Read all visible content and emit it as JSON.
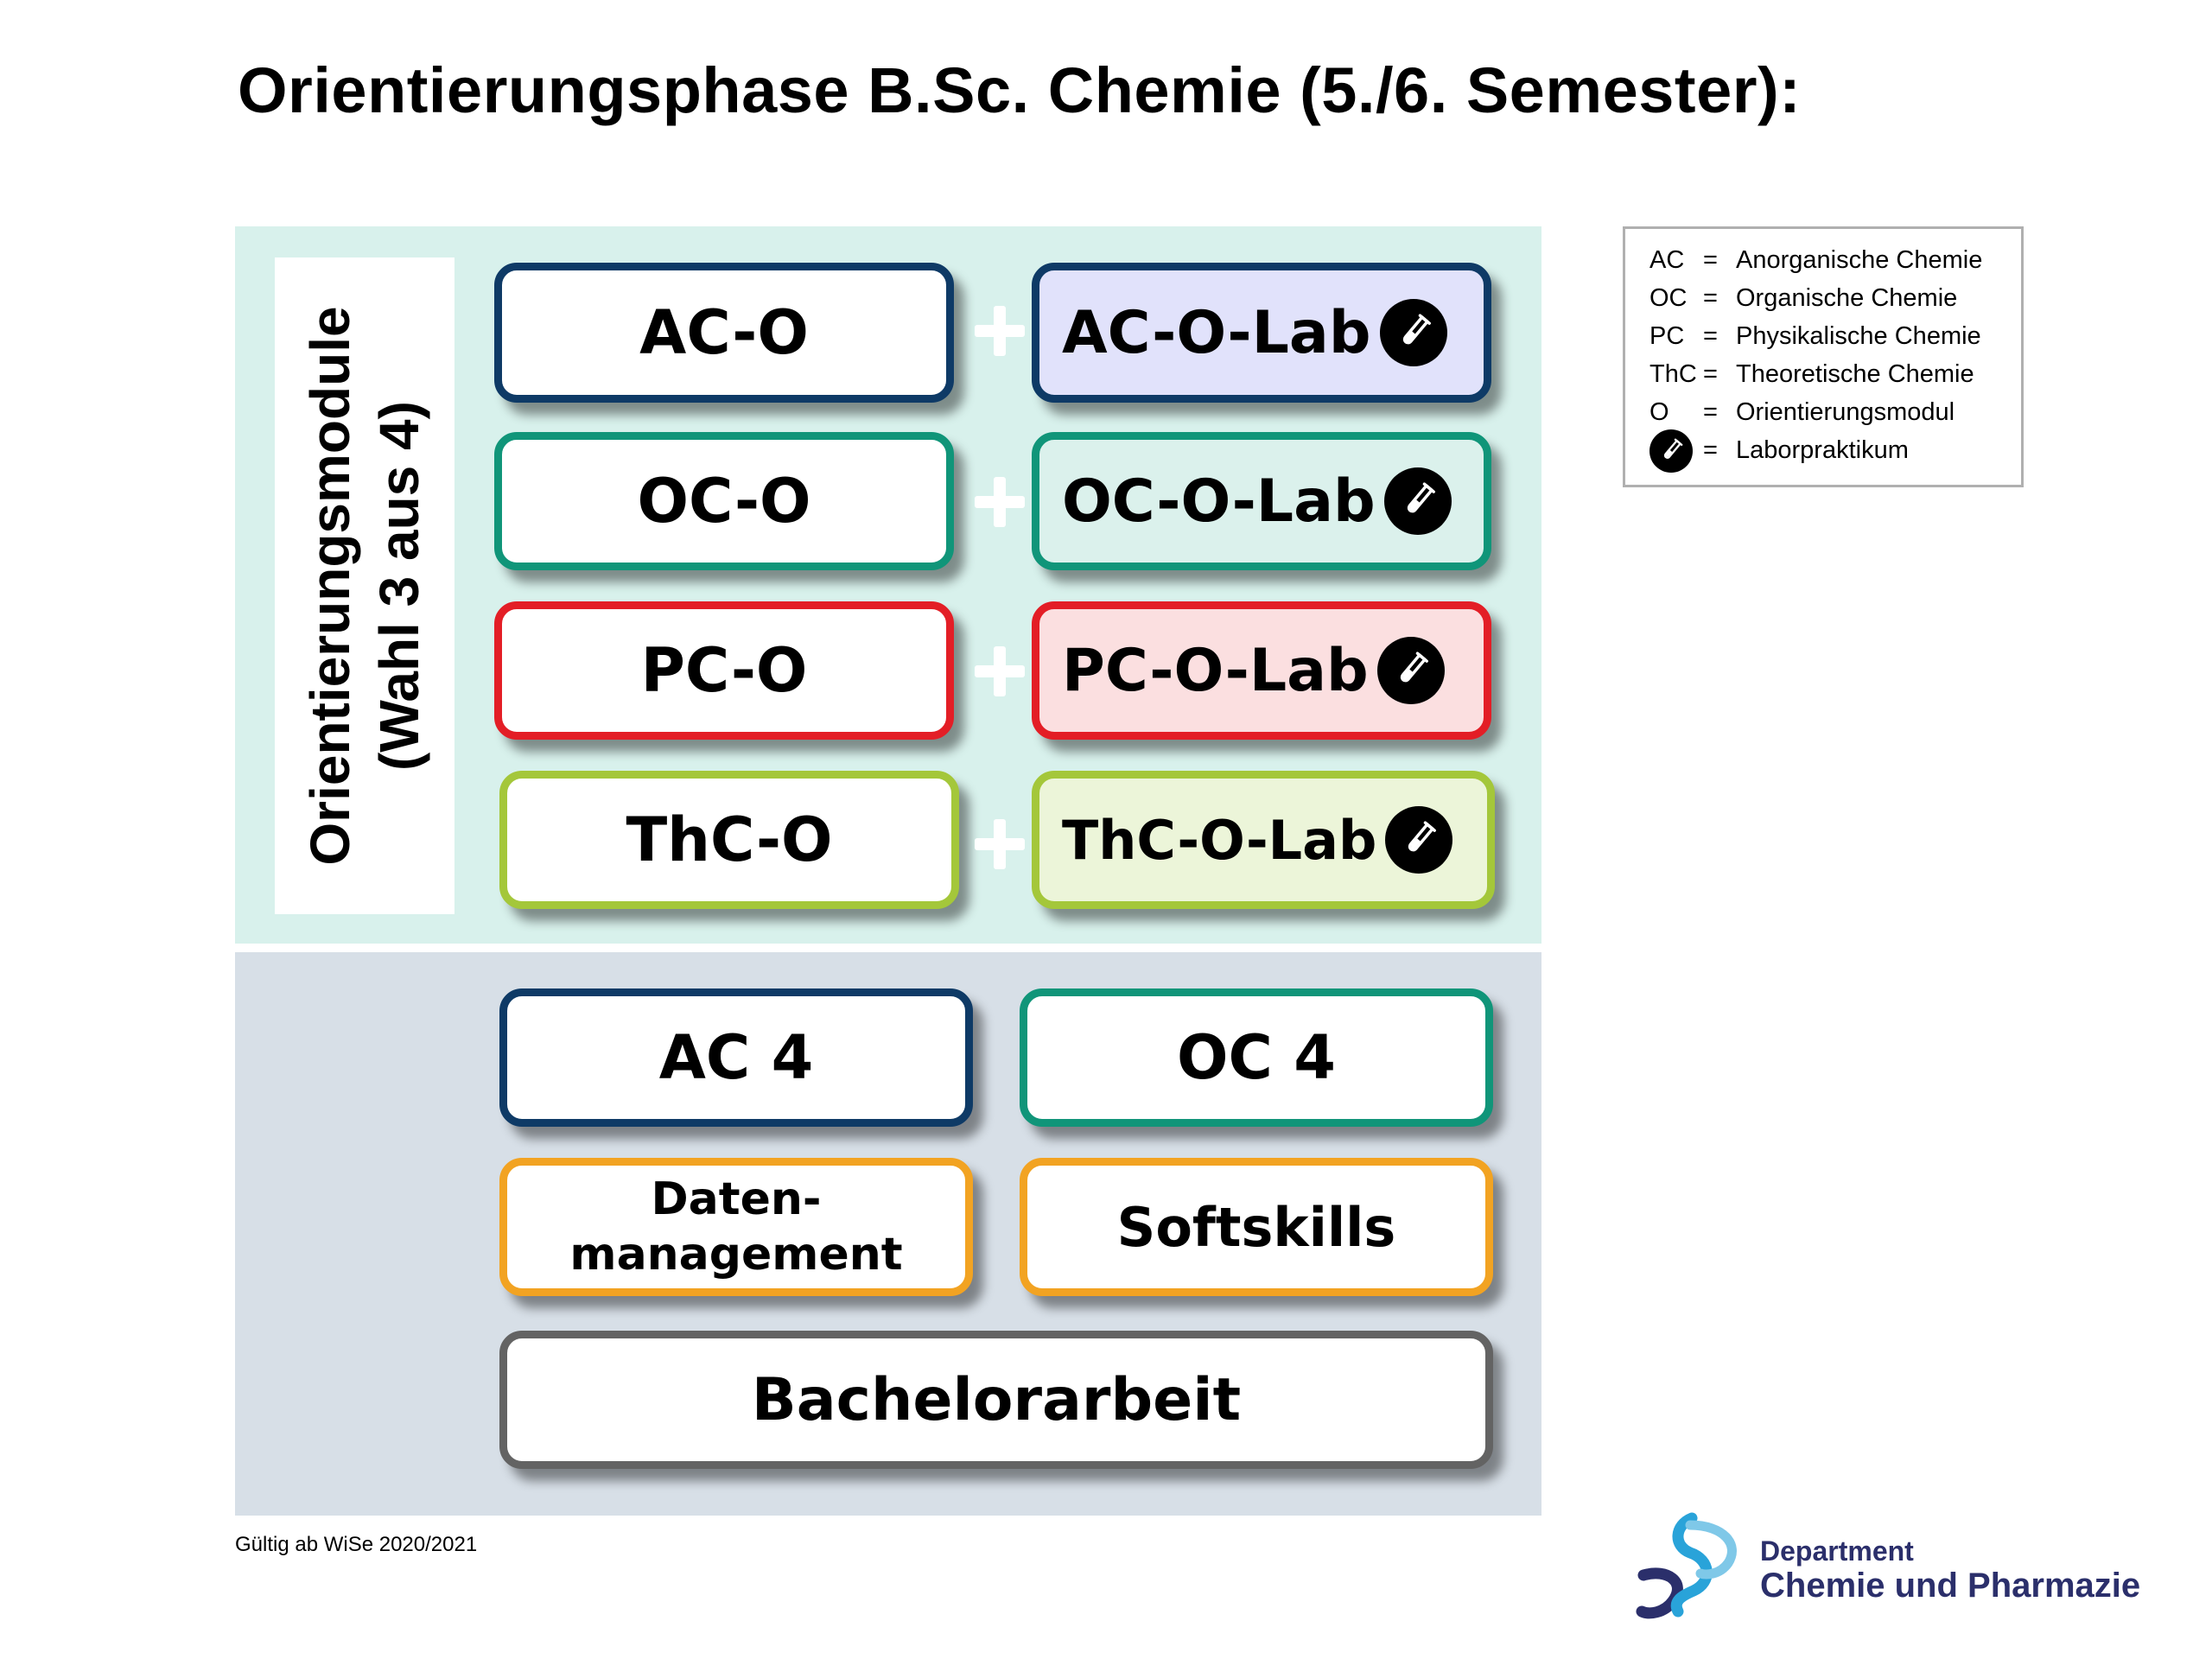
{
  "title": "Orientierungsphase B.Sc. Chemie (5./6. Semester):",
  "side_label": {
    "line1": "Orientierungsmodule",
    "line2": "(Wahl 3 aus 4)"
  },
  "colors": {
    "upper_panel": "#d8f1ec",
    "lower_panel": "#d7dfe7",
    "ac": "#0e3a66",
    "oc": "#109579",
    "pc": "#e31e26",
    "thc": "#a4c73a",
    "orange": "#f2a322",
    "gray": "#636363",
    "ac_lab_fill": "#e1e2fb",
    "oc_lab_fill": "#dbf1ec",
    "pc_lab_fill": "#fbdfe0",
    "thc_lab_fill": "#ecf5d9"
  },
  "modules": [
    {
      "label": "AC-O",
      "lab_label": "AC-O-Lab"
    },
    {
      "label": "OC-O",
      "lab_label": "OC-O-Lab"
    },
    {
      "label": "PC-O",
      "lab_label": "PC-O-Lab"
    },
    {
      "label": "ThC-O",
      "lab_label": "ThC-O-Lab"
    }
  ],
  "core": {
    "ac4": "AC 4",
    "oc4": "OC 4",
    "datenmanagement_line1": "Daten-",
    "datenmanagement_line2": "management",
    "softskills": "Softskills",
    "bachelorarbeit": "Bachelorarbeit"
  },
  "lab_icon": "test-tube-icon",
  "legend": [
    {
      "key": "AC",
      "eq": "=",
      "value": "Anorganische Chemie"
    },
    {
      "key": "OC",
      "eq": "=",
      "value": "Organische Chemie"
    },
    {
      "key": "PC",
      "eq": "=",
      "value": "Physikalische Chemie"
    },
    {
      "key": "ThC",
      "eq": "=",
      "value": "Theoretische Chemie"
    },
    {
      "key": "O",
      "eq": "=",
      "value": "Orientierungsmodul"
    },
    {
      "key": "test-tube-icon",
      "eq": "=",
      "value": "Laborpraktikum"
    }
  ],
  "footnote": "Gültig ab WiSe 2020/2021",
  "logo": {
    "line1": "Department",
    "line2": "Chemie und Pharmazie"
  }
}
